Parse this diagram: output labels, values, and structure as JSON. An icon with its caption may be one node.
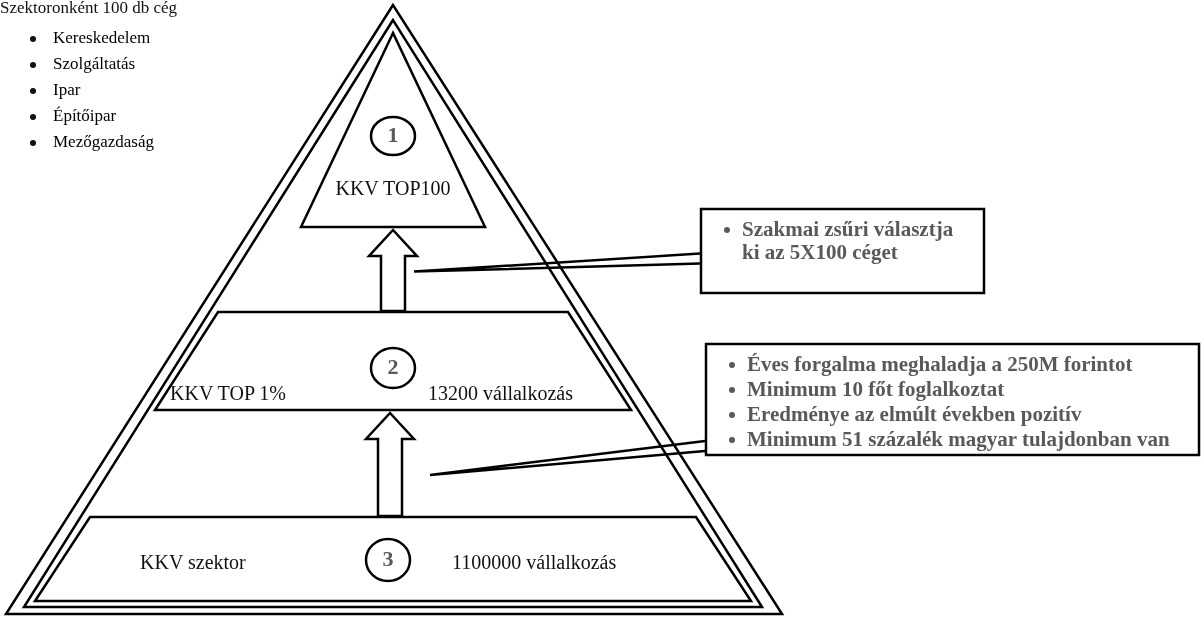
{
  "diagram": {
    "nodes": [
      {
        "text": [
          "KKV TOP100"
        ]
      },
      {
        "text": [
          "1"
        ],
        "in": 0
      },
      {
        "text": [
          "Szakmai zsűri választja ki az 5X100 céget"
        ]
      },
      {
        "text": [
          "KKV TOP 1%",
          "13200 vállalkozás"
        ]
      },
      {
        "text": [
          "2"
        ],
        "in": 3
      },
      {
        "text": [
          "Éves forgalma meghaladja a 250M forintot",
          "Minimum 10 főt foglalkoztat",
          "Eredménye az elmúlt években pozitív",
          "Minimum 51 százalék magyar tulajdonban van"
        ]
      },
      {
        "text": [
          "KKV szektor",
          "1100000 vállalkozás"
        ]
      },
      {
        "text": [
          "3"
        ],
        "in": 6
      }
    ],
    "edges": [
      {
        "from": 3,
        "to": 0,
        "arrow": "to"
      },
      {
        "from": 6,
        "to": 3,
        "arrow": "to"
      },
      {
        "from": 2,
        "to": null,
        "arrow": "none"
      },
      {
        "from": 5,
        "to": null,
        "arrow": "none"
      }
    ],
    "labels": [
      "Szektoronként 100 db cég",
      "Kereskedelem",
      "Szolgáltatás",
      "Ipar",
      "Építőipar",
      "Mezőgazdaság"
    ]
  }
}
